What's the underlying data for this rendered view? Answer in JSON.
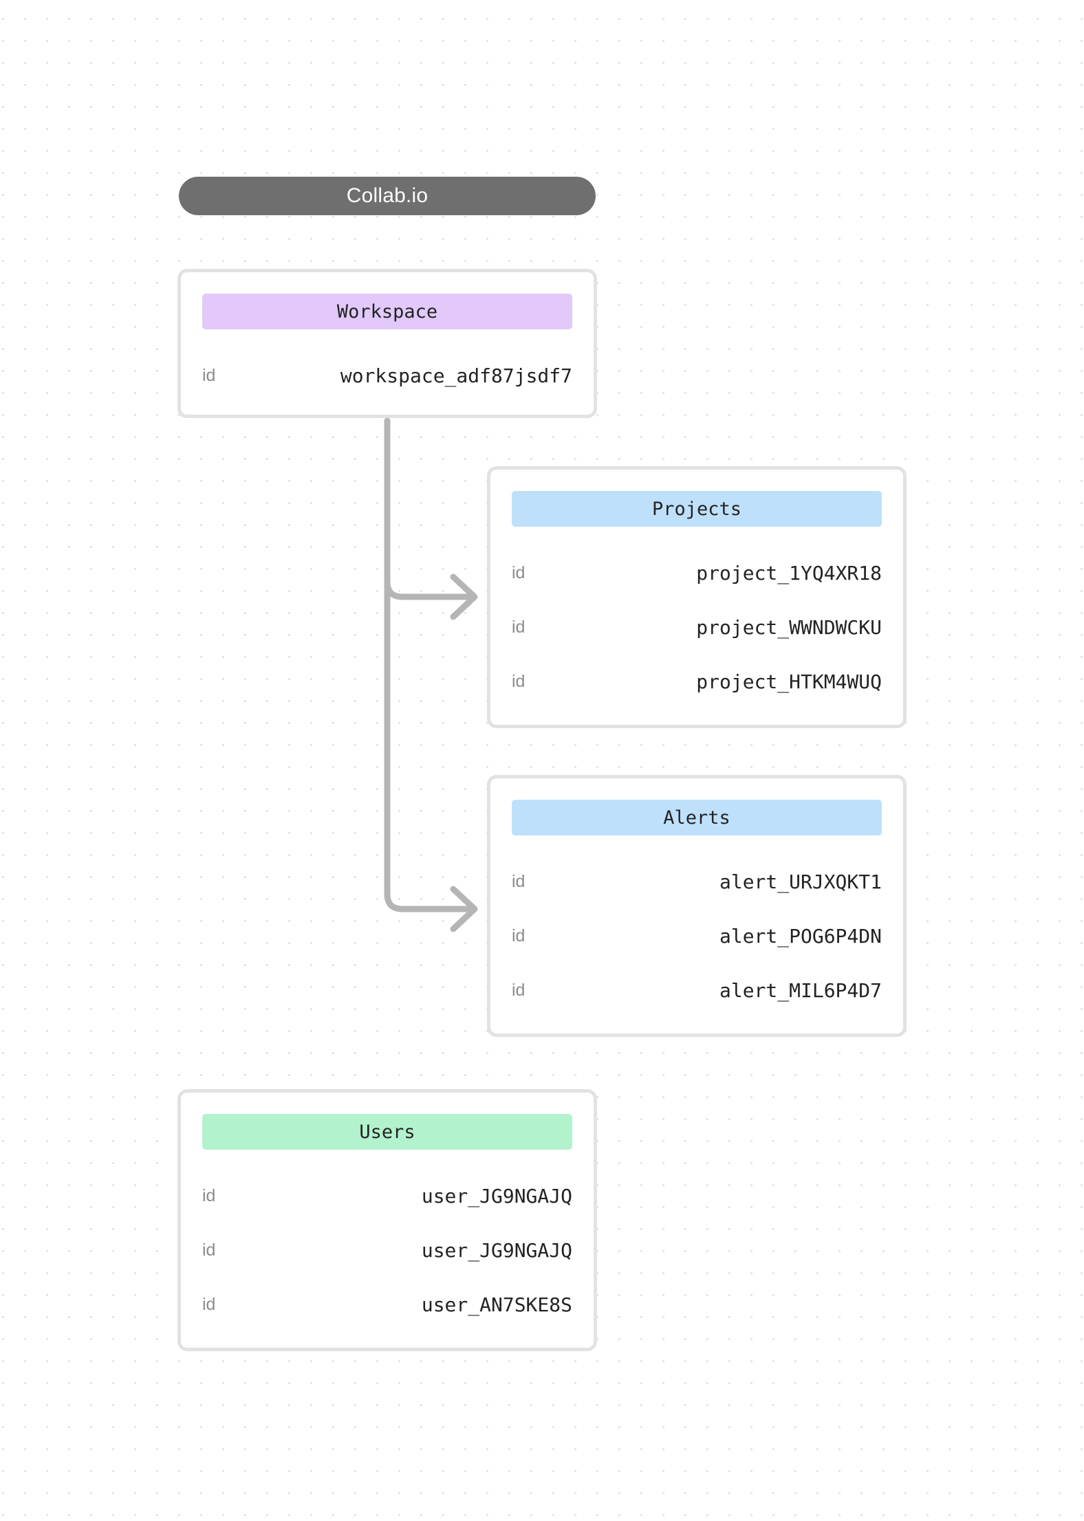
{
  "header": {
    "title": "Collab.io"
  },
  "palette": {
    "canvas_background": "#ffffff",
    "grid_dot": "#e3e3e3",
    "title_pill": "#706f6f",
    "title_text": "#ffffff",
    "card_border": "#e2e2e2",
    "card_background": "#ffffff",
    "workspace_header": "#e2c9fa",
    "projects_header": "#bfe0fb",
    "alerts_header": "#bfe0fb",
    "users_header": "#b2f2cc",
    "key_text": "#8b8b8b",
    "value_text": "#232323",
    "connector": "#b5b5b5"
  },
  "cards": {
    "workspace": {
      "title": "Workspace",
      "rows": [
        {
          "key": "id",
          "value": "workspace_adf87jsdf7"
        }
      ]
    },
    "projects": {
      "title": "Projects",
      "rows": [
        {
          "key": "id",
          "value": "project_1YQ4XR18"
        },
        {
          "key": "id",
          "value": "project_WWNDWCKU"
        },
        {
          "key": "id",
          "value": "project_HTKM4WUQ"
        }
      ]
    },
    "alerts": {
      "title": "Alerts",
      "rows": [
        {
          "key": "id",
          "value": "alert_URJXQKT1"
        },
        {
          "key": "id",
          "value": "alert_POG6P4DN"
        },
        {
          "key": "id",
          "value": "alert_MIL6P4D7"
        }
      ]
    },
    "users": {
      "title": "Users",
      "rows": [
        {
          "key": "id",
          "value": "user_JG9NGAJQ"
        },
        {
          "key": "id",
          "value": "user_JG9NGAJQ"
        },
        {
          "key": "id",
          "value": "user_AN7SKE8S"
        }
      ]
    }
  },
  "connectors": [
    {
      "name": "workspace-to-projects",
      "from": "workspace",
      "to": "projects"
    },
    {
      "name": "workspace-to-alerts",
      "from": "workspace",
      "to": "alerts"
    }
  ]
}
